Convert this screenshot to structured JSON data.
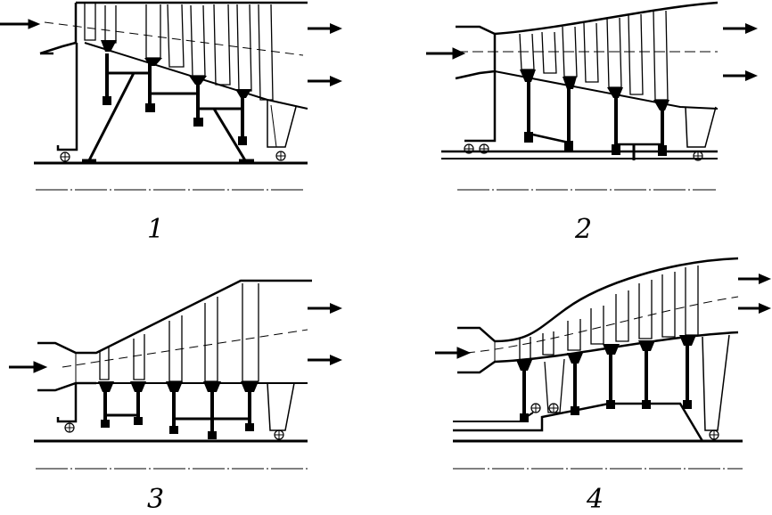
{
  "figure": {
    "panels": [
      {
        "label": "1"
      },
      {
        "label": "2"
      },
      {
        "label": "3"
      },
      {
        "label": "4"
      }
    ],
    "colors": {
      "ink": "#000000",
      "background": "#ffffff"
    }
  }
}
